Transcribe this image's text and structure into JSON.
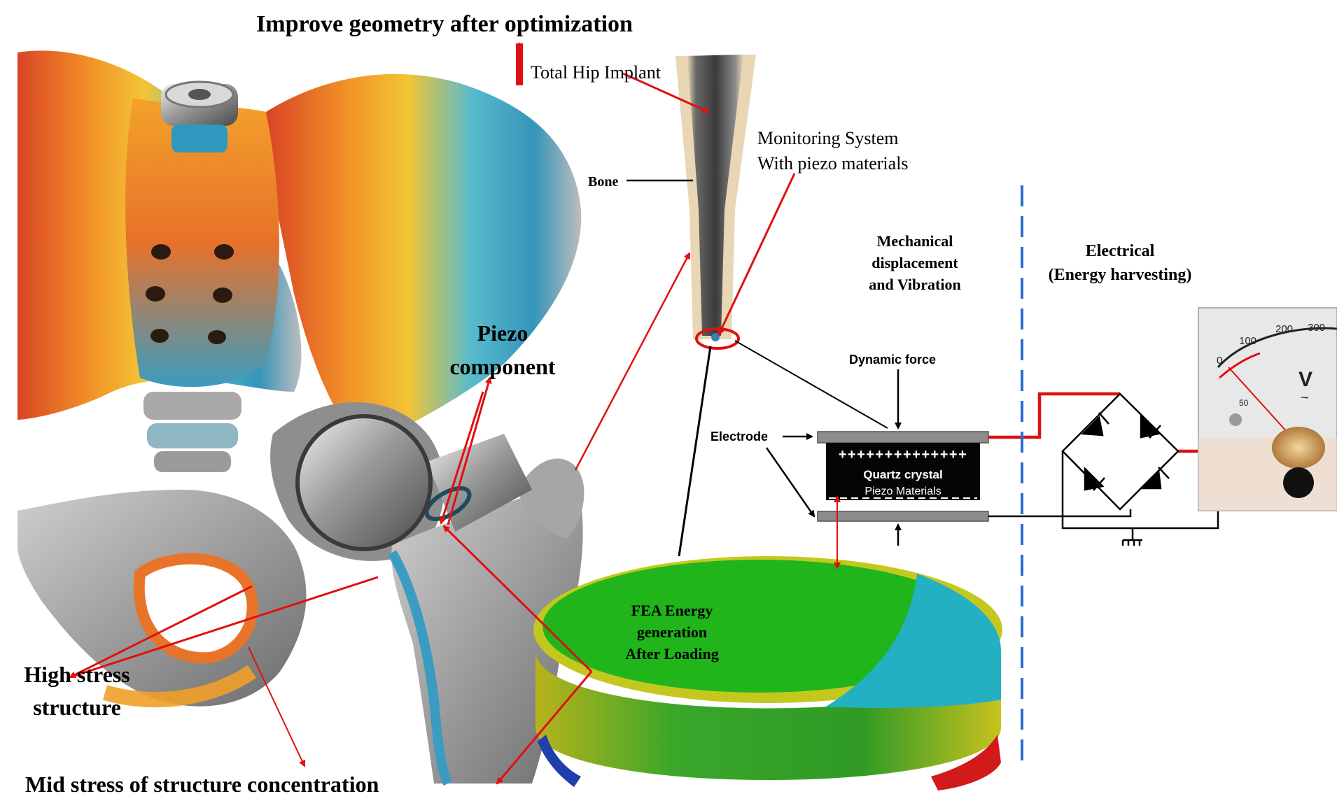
{
  "labels": {
    "improve_geometry": "Improve geometry after optimization",
    "total_hip_implant": "Total Hip Implant",
    "bone": "Bone",
    "monitoring_line1": "Monitoring System",
    "monitoring_line2": "With piezo materials",
    "mechanical_line1": "Mechanical",
    "mechanical_line2": "displacement",
    "mechanical_line3": "and Vibration",
    "electrical_line1": "Electrical",
    "electrical_line2": "(Energy harvesting)",
    "dynamic_force": "Dynamic force",
    "electrode": "Electrode",
    "piezo_line1": "Piezo",
    "piezo_line2": "component",
    "fea_line1": "FEA Energy",
    "fea_line2": "generation",
    "fea_line3": "After Loading",
    "high_stress_line1": "High stress",
    "high_stress_line2": "structure",
    "mid_stress": "Mid stress of structure concentration"
  },
  "piezo": {
    "charges": "++++++++++++++",
    "crystal_label": "Quartz crystal",
    "materials_label": "Piezo Materials"
  },
  "voltmeter": {
    "ticks": [
      "0",
      "100",
      "200",
      "300",
      "50"
    ],
    "unit": "V"
  },
  "colors": {
    "arrow_red": "#e01010",
    "divider_blue": "#2a6fd0",
    "fea_green": "#20b51b",
    "fea_cyan": "#23b0c2",
    "fea_yellow": "#c4c81e"
  },
  "icons": [
    "ground-symbol-icon",
    "diode-icon",
    "voltmeter-icon"
  ]
}
